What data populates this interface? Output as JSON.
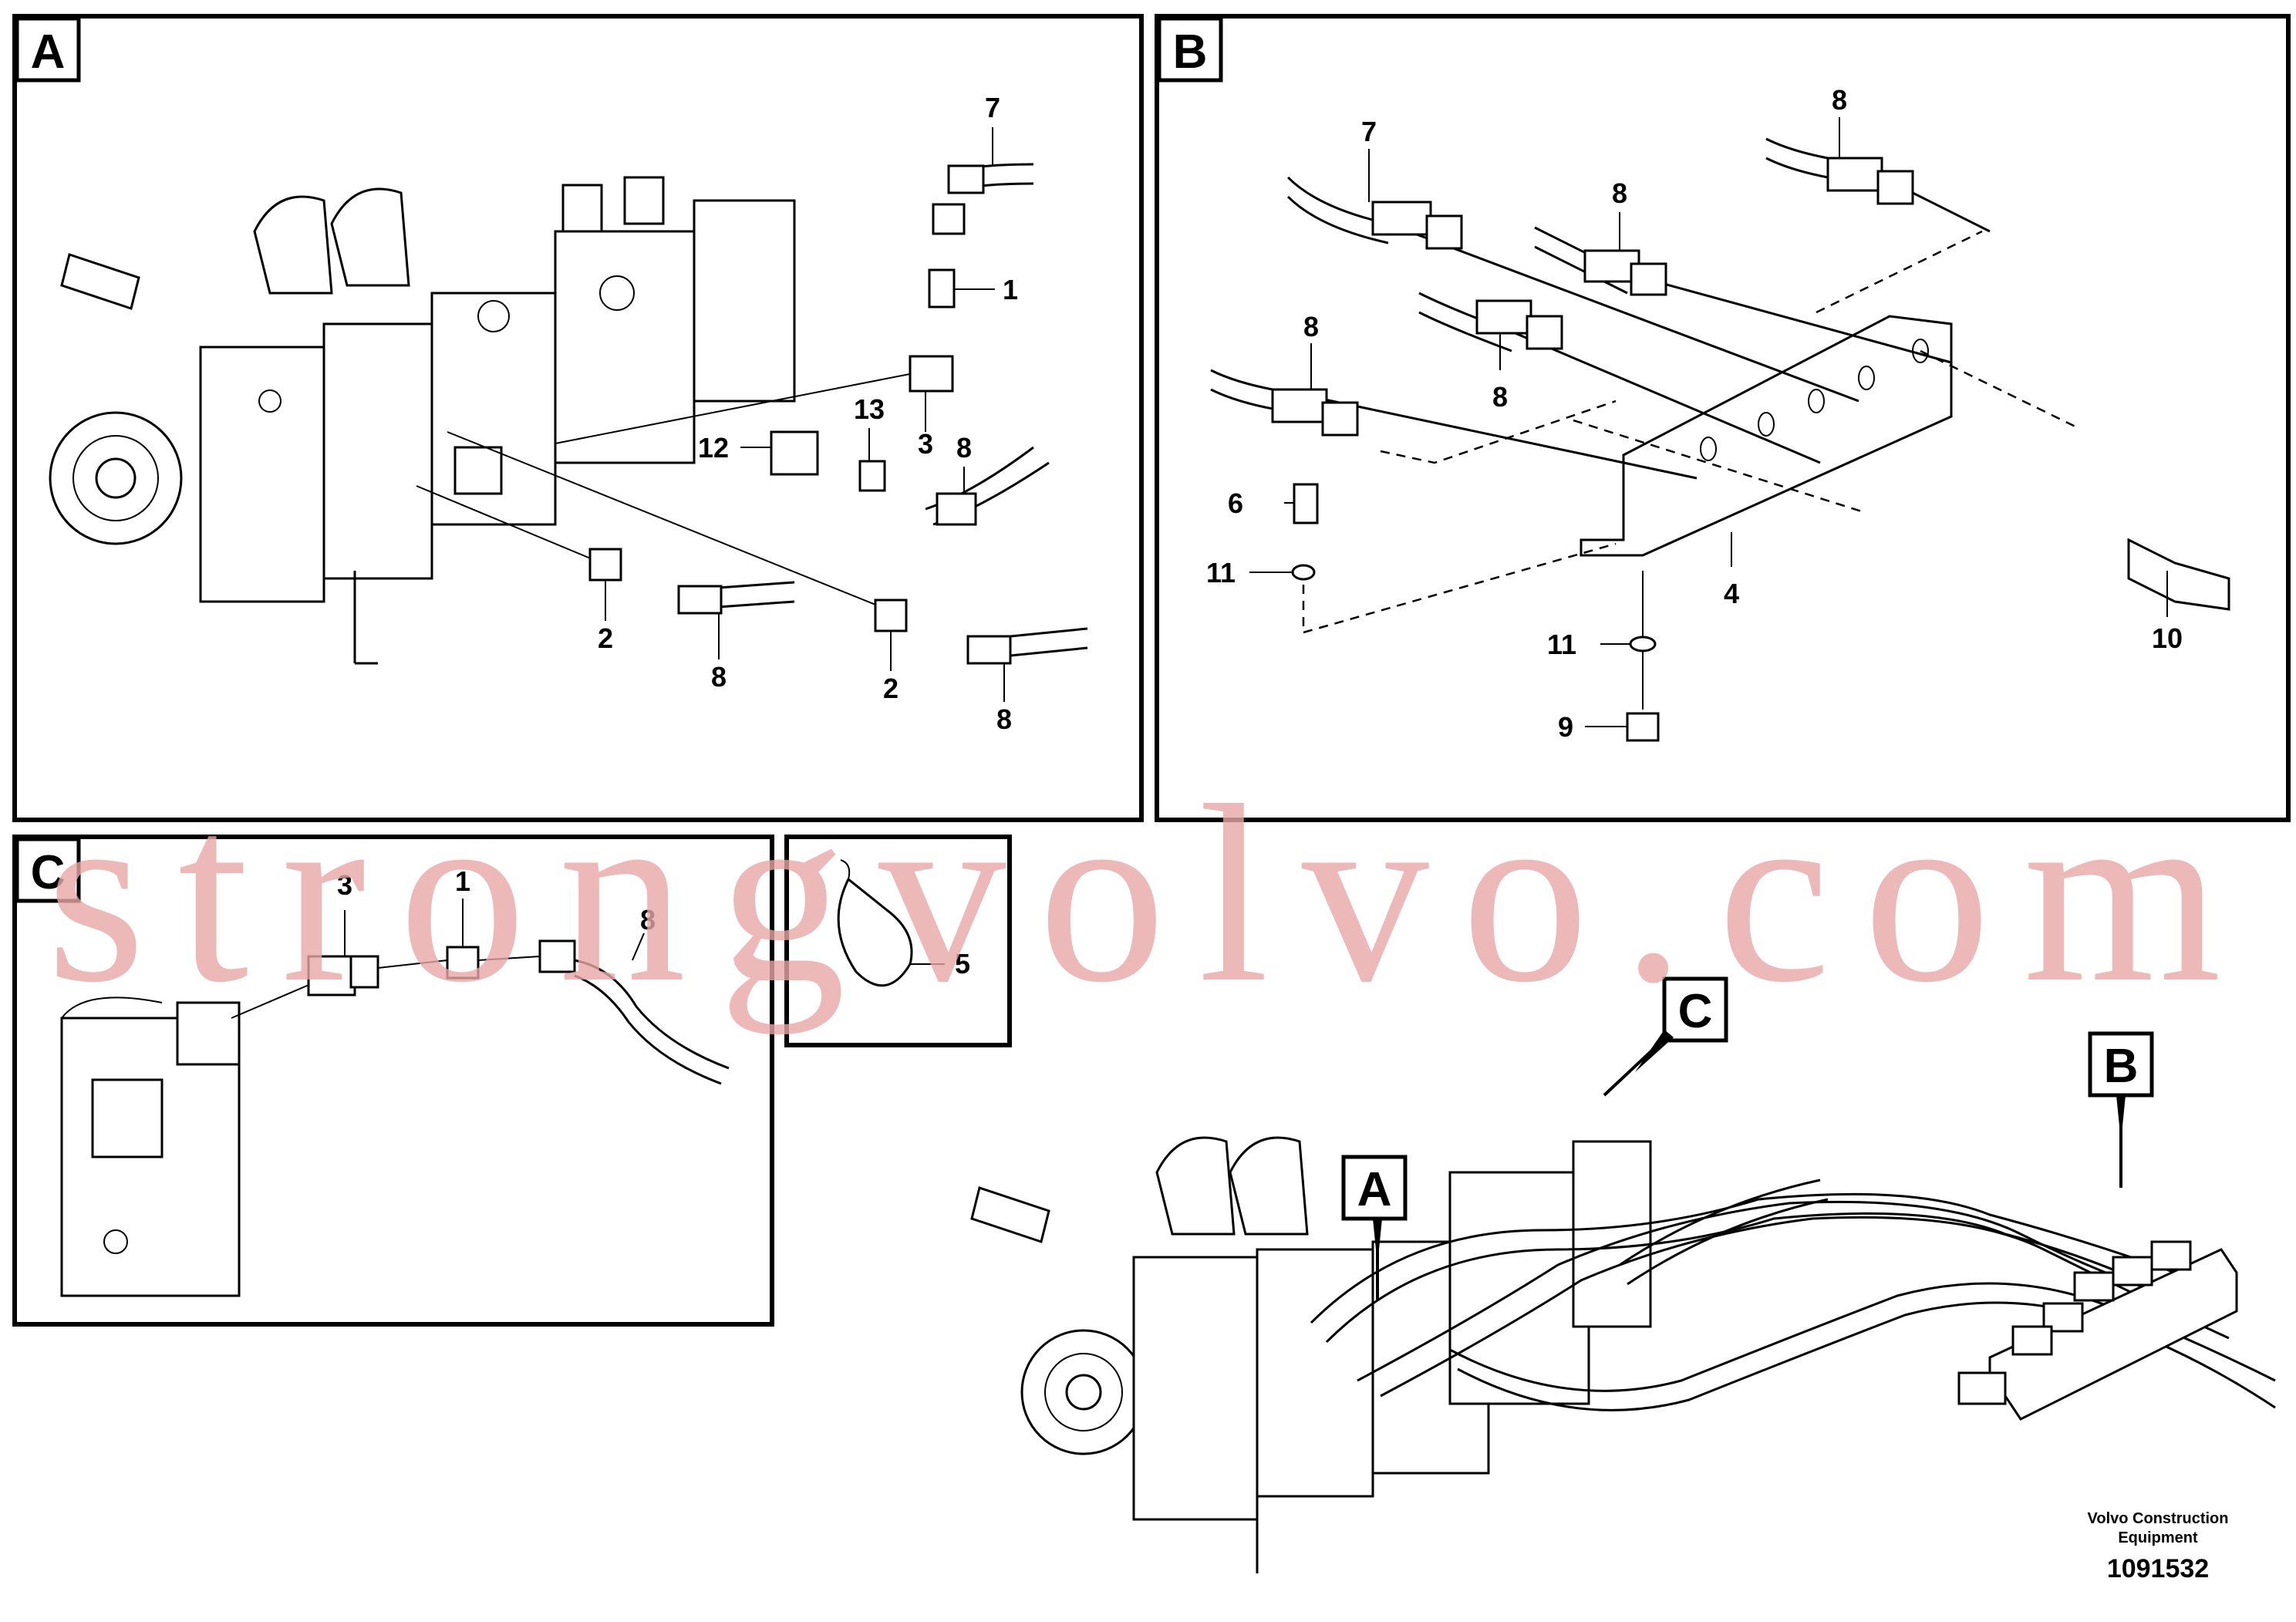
{
  "panels": {
    "a": {
      "letter": "A",
      "labels": [
        "7",
        "1",
        "13",
        "12",
        "3",
        "8",
        "2",
        "8",
        "2",
        "8"
      ]
    },
    "b": {
      "letter": "B",
      "labels": [
        "8",
        "7",
        "8",
        "8",
        "8",
        "6",
        "11",
        "4",
        "11",
        "9",
        "10"
      ]
    },
    "c": {
      "letter": "C",
      "labels": [
        "3",
        "1",
        "8"
      ]
    },
    "d": {
      "labels": [
        "5"
      ]
    }
  },
  "callouts": {
    "a": "A",
    "b": "B",
    "c": "C"
  },
  "credit": {
    "line1": "Volvo Construction",
    "line2": "Equipment"
  },
  "part_number": "1091532",
  "watermark": "strongvolvo.com",
  "colors": {
    "line": "#000000",
    "watermark": "#e8a6a6",
    "background": "#ffffff"
  }
}
